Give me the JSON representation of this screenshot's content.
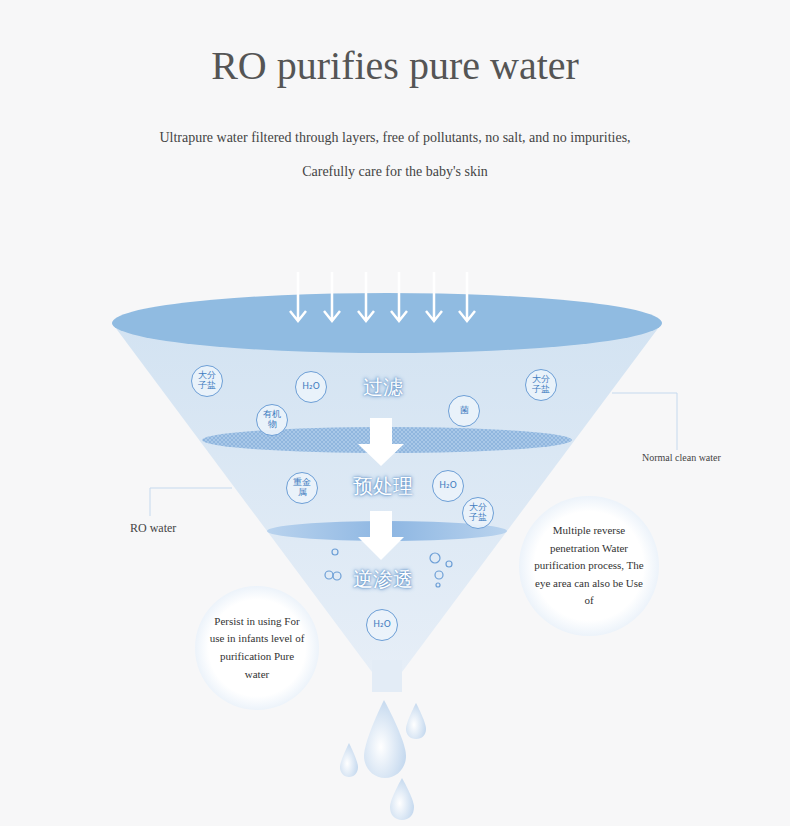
{
  "diagram": {
    "title": "RO purifies pure water",
    "nodes": [
      {
        "text": [
          "大分子盐"
        ]
      },
      {
        "text": [
          "H₂O"
        ]
      },
      {
        "text": [
          "有机物"
        ]
      },
      {
        "text": [
          "菌"
        ]
      },
      {
        "text": [
          "大分子盐"
        ]
      },
      {
        "text": [
          "重金属"
        ]
      },
      {
        "text": [
          "H₂O"
        ]
      },
      {
        "text": [
          "大分子盐"
        ]
      },
      {
        "text": [
          "Multiple reverse penetration Water purification process, The eye area can also be Use of"
        ]
      },
      {
        "text": [
          "Persist in using For use in infants level of purification Pure water"
        ]
      },
      {
        "text": [
          "H₂O"
        ]
      }
    ],
    "labels": [
      "Ultrapure water filtered through layers, free of pollutants, no salt, and no impurities,",
      "Carefully care for the baby's skin",
      "过滤",
      "预处理",
      "逆渗透",
      "Normal clean water",
      "RO water"
    ]
  }
}
